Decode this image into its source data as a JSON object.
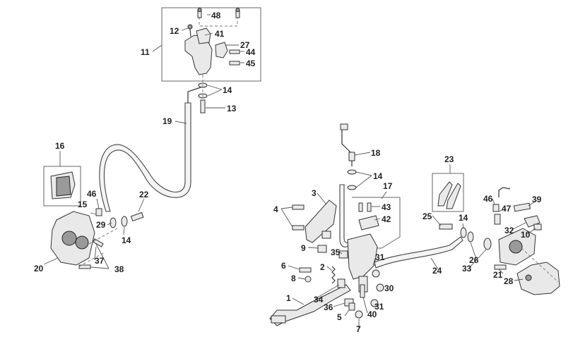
{
  "labels": [
    {
      "id": "48",
      "text": "48"
    },
    {
      "id": "12",
      "text": "12"
    },
    {
      "id": "41",
      "text": "41"
    },
    {
      "id": "11",
      "text": "11"
    },
    {
      "id": "27",
      "text": "27"
    },
    {
      "id": "44",
      "text": "44"
    },
    {
      "id": "45",
      "text": "45"
    },
    {
      "id": "14a",
      "text": "14"
    },
    {
      "id": "13",
      "text": "13"
    },
    {
      "id": "19",
      "text": "19"
    },
    {
      "id": "16",
      "text": "16"
    },
    {
      "id": "46a",
      "text": "46"
    },
    {
      "id": "15",
      "text": "15"
    },
    {
      "id": "22",
      "text": "22"
    },
    {
      "id": "29",
      "text": "29"
    },
    {
      "id": "14b",
      "text": "14"
    },
    {
      "id": "20",
      "text": "20"
    },
    {
      "id": "37",
      "text": "37"
    },
    {
      "id": "38",
      "text": "38"
    },
    {
      "id": "18",
      "text": "18"
    },
    {
      "id": "23",
      "text": "23"
    },
    {
      "id": "14c",
      "text": "14"
    },
    {
      "id": "3",
      "text": "3"
    },
    {
      "id": "17",
      "text": "17"
    },
    {
      "id": "4",
      "text": "4"
    },
    {
      "id": "43",
      "text": "43"
    },
    {
      "id": "42",
      "text": "42"
    },
    {
      "id": "25",
      "text": "25"
    },
    {
      "id": "14d",
      "text": "14"
    },
    {
      "id": "46b",
      "text": "46"
    },
    {
      "id": "39",
      "text": "39"
    },
    {
      "id": "47",
      "text": "47"
    },
    {
      "id": "32",
      "text": "32"
    },
    {
      "id": "10",
      "text": "10"
    },
    {
      "id": "9",
      "text": "9"
    },
    {
      "id": "35",
      "text": "35"
    },
    {
      "id": "31a",
      "text": "31"
    },
    {
      "id": "26",
      "text": "26"
    },
    {
      "id": "33",
      "text": "33"
    },
    {
      "id": "24",
      "text": "24"
    },
    {
      "id": "6",
      "text": "6"
    },
    {
      "id": "2",
      "text": "2"
    },
    {
      "id": "8",
      "text": "8"
    },
    {
      "id": "30",
      "text": "30"
    },
    {
      "id": "21",
      "text": "21"
    },
    {
      "id": "28",
      "text": "28"
    },
    {
      "id": "1",
      "text": "1"
    },
    {
      "id": "34",
      "text": "34"
    },
    {
      "id": "36",
      "text": "36"
    },
    {
      "id": "31b",
      "text": "31"
    },
    {
      "id": "40",
      "text": "40"
    },
    {
      "id": "5",
      "text": "5"
    },
    {
      "id": "7",
      "text": "7"
    }
  ]
}
